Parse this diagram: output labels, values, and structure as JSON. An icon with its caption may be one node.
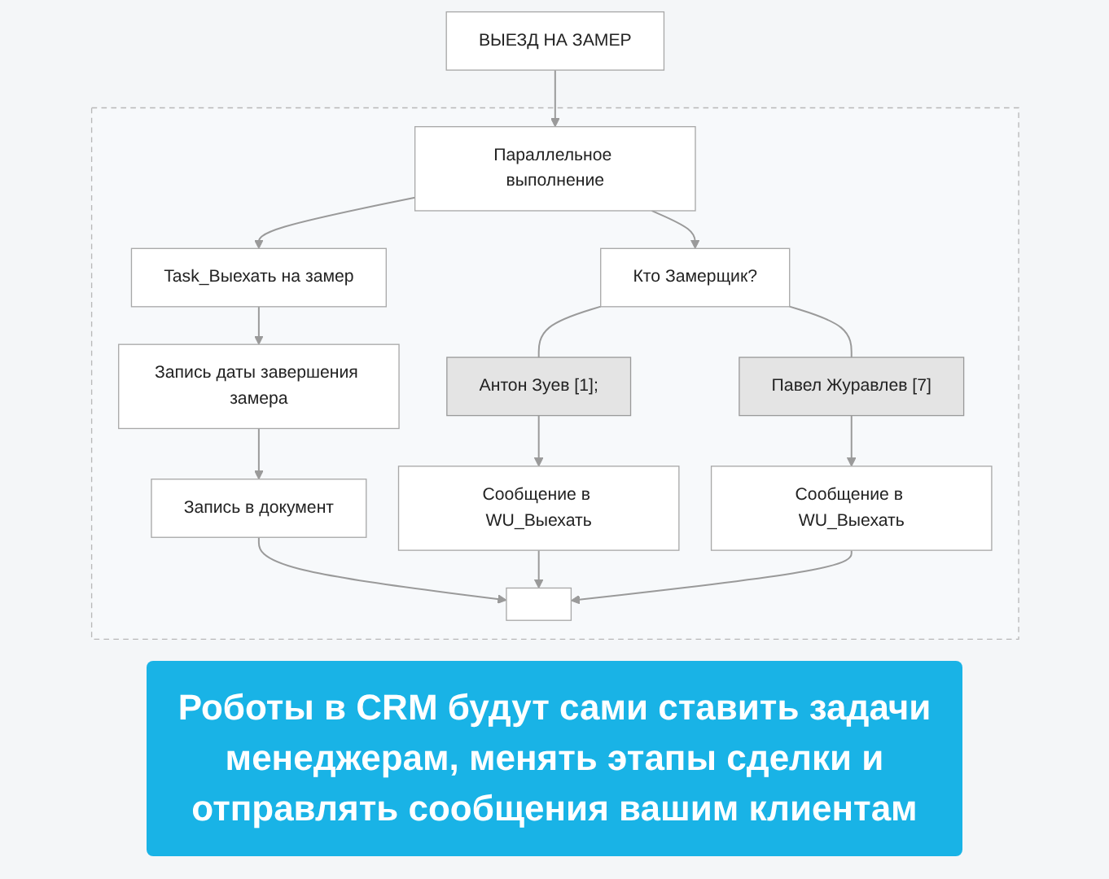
{
  "diagram": {
    "caption": "Роботы в CRM будут сами ставить задачи менеджерам, менять этапы сделки и отправлять сообщения вашим клиентам",
    "nodes": [
      {
        "text": [
          "ВЫЕЗД НА ЗАМЕР"
        ]
      },
      {
        "text": [],
        "shape": "box"
      },
      {
        "text": [
          "Параллельное выполнение"
        ],
        "in": 1
      },
      {
        "text": [
          "Task_Выехать на замер"
        ],
        "in": 1
      },
      {
        "text": [
          "Запись даты завершения замера"
        ],
        "in": 1
      },
      {
        "text": [
          "Запись в документ"
        ],
        "in": 1
      },
      {
        "text": [
          "Кто Замерщик?"
        ],
        "in": 1
      },
      {
        "text": [
          "Антон Зуев [1];"
        ],
        "in": 1
      },
      {
        "text": [
          "Павел Журавлев [7]"
        ],
        "in": 1
      },
      {
        "text": [
          "Сообщение в WU_Выехать"
        ],
        "in": 1
      },
      {
        "text": [
          "Сообщение в WU_Выехать"
        ],
        "in": 1
      },
      {
        "text": [],
        "shape": "box",
        "in": 1
      }
    ],
    "edges": [
      {
        "from": 0,
        "to": 2,
        "arrow": "to"
      },
      {
        "from": 2,
        "to": 3,
        "arrow": "to"
      },
      {
        "from": 2,
        "to": 6,
        "arrow": "to"
      },
      {
        "from": 3,
        "to": 4,
        "arrow": "to"
      },
      {
        "from": 4,
        "to": 5,
        "arrow": "to"
      },
      {
        "from": 6,
        "to": 7,
        "arrow": "none"
      },
      {
        "from": 6,
        "to": 8,
        "arrow": "none"
      },
      {
        "from": 7,
        "to": 9,
        "arrow": "to"
      },
      {
        "from": 8,
        "to": 10,
        "arrow": "to"
      },
      {
        "from": 5,
        "to": 11,
        "arrow": "to"
      },
      {
        "from": 9,
        "to": 11,
        "arrow": "to"
      },
      {
        "from": 10,
        "to": 11,
        "arrow": "to"
      }
    ]
  }
}
